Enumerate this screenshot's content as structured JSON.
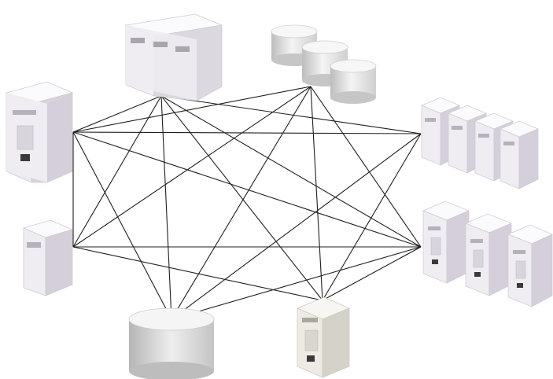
{
  "diagram": {
    "nodes": [
      {
        "id": "n1",
        "kind": "server-tower"
      },
      {
        "id": "n2",
        "kind": "mainframe"
      },
      {
        "id": "n3",
        "kind": "disk-storage-stack"
      },
      {
        "id": "n4",
        "kind": "server-rack-group"
      },
      {
        "id": "n5",
        "kind": "server-tower-group"
      },
      {
        "id": "n6",
        "kind": "server-tower"
      },
      {
        "id": "n7",
        "kind": "disk-storage"
      },
      {
        "id": "n8",
        "kind": "server-tower"
      }
    ],
    "links": [
      [
        "n1",
        "n2"
      ],
      [
        "n1",
        "n3"
      ],
      [
        "n1",
        "n4"
      ],
      [
        "n1",
        "n5"
      ],
      [
        "n1",
        "n7"
      ],
      [
        "n1",
        "n8"
      ],
      [
        "n2",
        "n4"
      ],
      [
        "n2",
        "n5"
      ],
      [
        "n2",
        "n6"
      ],
      [
        "n2",
        "n7"
      ],
      [
        "n2",
        "n8"
      ],
      [
        "n3",
        "n5"
      ],
      [
        "n3",
        "n6"
      ],
      [
        "n3",
        "n7"
      ],
      [
        "n3",
        "n8"
      ],
      [
        "n4",
        "n6"
      ],
      [
        "n4",
        "n7"
      ],
      [
        "n5",
        "n6"
      ],
      [
        "n5",
        "n7"
      ],
      [
        "n5",
        "n8"
      ],
      [
        "n6",
        "n8"
      ]
    ],
    "colors": {
      "device_face": "#f0edf3",
      "device_side": "#c9c4cf",
      "device_top": "#fbfafc",
      "link": "#1f1f1f"
    }
  }
}
